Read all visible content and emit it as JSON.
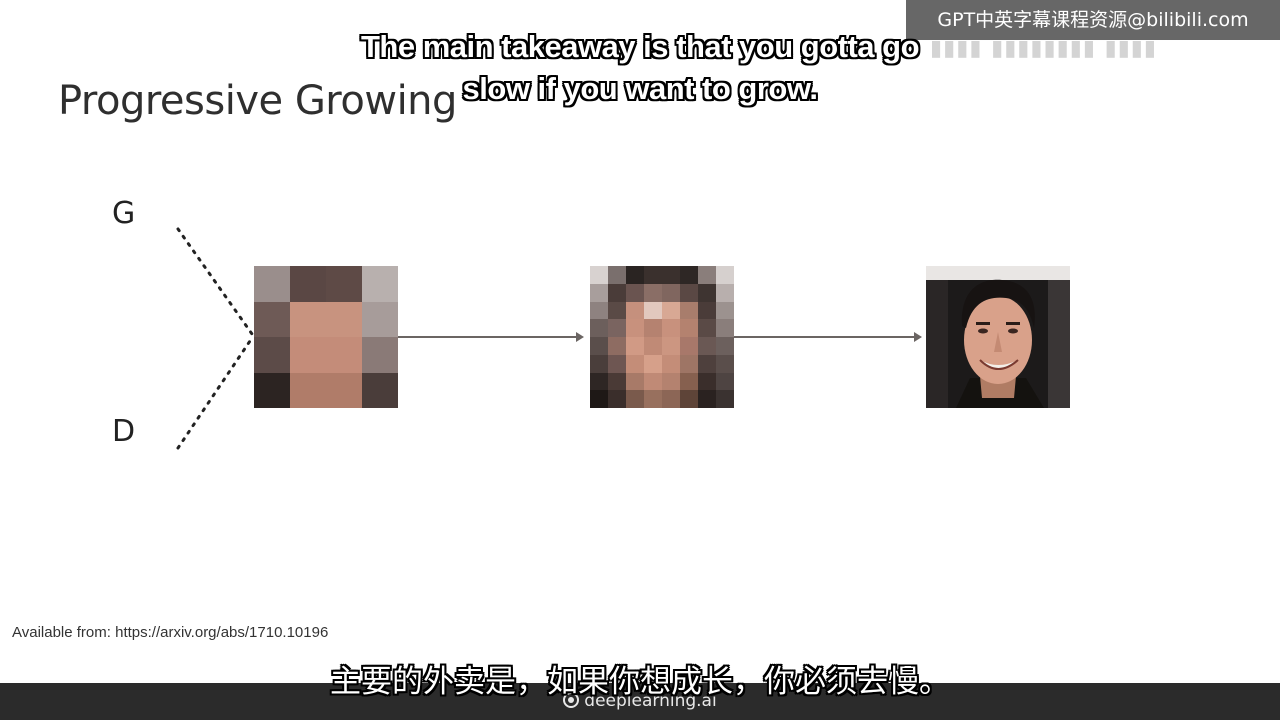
{
  "slide": {
    "title": "Progressive Growing",
    "generator_label": "G",
    "discriminator_label": "D",
    "source_note": "Available from: https://arxiv.org/abs/1710.10196"
  },
  "images": [
    {
      "resolution": "4x4",
      "description": "low resolution pixelated face"
    },
    {
      "resolution": "8x8",
      "description": "medium resolution pixelated face"
    },
    {
      "resolution": "full",
      "description": "high resolution face of smiling man"
    }
  ],
  "subtitles": {
    "english": "The main takeaway is that you gotta go slow if you want to grow.",
    "chinese": "主要的外卖是，如果你想成长，你必须去慢。"
  },
  "watermark": {
    "text": "GPT中英字幕课程资源@bilibili.com"
  },
  "brand": {
    "name": "deeplearning.ai",
    "icon": "deeplearning-logo-icon"
  },
  "colors": {
    "arrow": "#6b6563",
    "bottom_bar": "#2b2b2b",
    "watermark_bg": "#464646"
  }
}
